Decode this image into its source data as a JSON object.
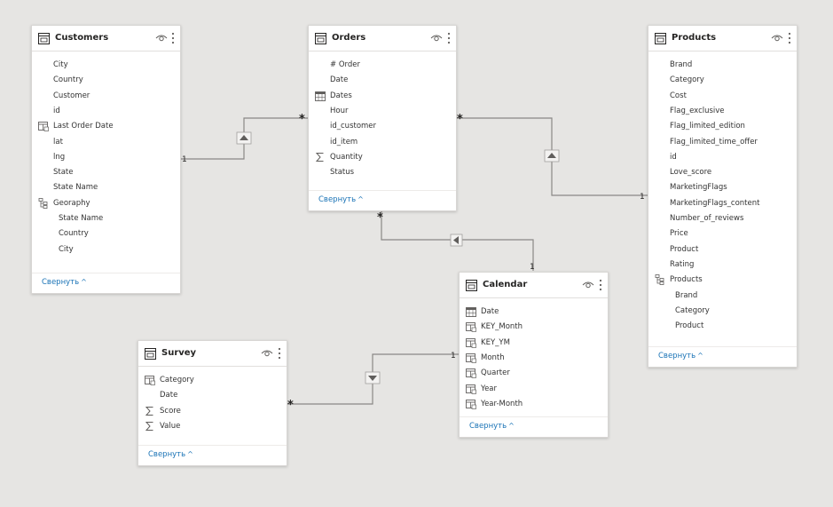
{
  "tables": {
    "customers": {
      "title": "Customers",
      "fields": [
        {
          "name": "City",
          "icon": "none"
        },
        {
          "name": "Country",
          "icon": "none"
        },
        {
          "name": "Customer",
          "icon": "none"
        },
        {
          "name": "id",
          "icon": "none"
        },
        {
          "name": "Last Order Date",
          "icon": "calc-column-icon"
        },
        {
          "name": "lat",
          "icon": "none"
        },
        {
          "name": "lng",
          "icon": "none"
        },
        {
          "name": "State",
          "icon": "none"
        },
        {
          "name": "State Name",
          "icon": "none"
        },
        {
          "name": "Georaphy",
          "icon": "hierarchy-icon"
        },
        {
          "name": "State Name",
          "icon": "none",
          "sub": true
        },
        {
          "name": "Country",
          "icon": "none",
          "sub": true
        },
        {
          "name": "City",
          "icon": "none",
          "sub": true
        }
      ],
      "collapse_label": "Свернуть"
    },
    "orders": {
      "title": "Orders",
      "fields": [
        {
          "name": "# Order",
          "icon": "none"
        },
        {
          "name": "Date",
          "icon": "none"
        },
        {
          "name": "Dates",
          "icon": "calendar-icon"
        },
        {
          "name": "Hour",
          "icon": "none"
        },
        {
          "name": "id_customer",
          "icon": "none"
        },
        {
          "name": "id_item",
          "icon": "none"
        },
        {
          "name": "Quantity",
          "icon": "sum-icon"
        },
        {
          "name": "Status",
          "icon": "none"
        }
      ],
      "collapse_label": "Свернуть"
    },
    "products": {
      "title": "Products",
      "fields": [
        {
          "name": "Brand",
          "icon": "none"
        },
        {
          "name": "Category",
          "icon": "none"
        },
        {
          "name": "Cost",
          "icon": "none"
        },
        {
          "name": "Flag_exclusive",
          "icon": "none"
        },
        {
          "name": "Flag_limited_edition",
          "icon": "none"
        },
        {
          "name": "Flag_limited_time_offer",
          "icon": "none"
        },
        {
          "name": "id",
          "icon": "none"
        },
        {
          "name": "Love_score",
          "icon": "none"
        },
        {
          "name": "MarketingFlags",
          "icon": "none"
        },
        {
          "name": "MarketingFlags_content",
          "icon": "none"
        },
        {
          "name": "Number_of_reviews",
          "icon": "none"
        },
        {
          "name": "Price",
          "icon": "none"
        },
        {
          "name": "Product",
          "icon": "none"
        },
        {
          "name": "Rating",
          "icon": "none"
        },
        {
          "name": "Products",
          "icon": "hierarchy-icon"
        },
        {
          "name": "Brand",
          "icon": "none",
          "sub": true
        },
        {
          "name": "Category",
          "icon": "none",
          "sub": true
        },
        {
          "name": "Product",
          "icon": "none",
          "sub": true
        }
      ],
      "collapse_label": "Свернуть"
    },
    "calendar": {
      "title": "Calendar",
      "fields": [
        {
          "name": "Date",
          "icon": "calendar-icon"
        },
        {
          "name": "KEY_Month",
          "icon": "calc-column-icon"
        },
        {
          "name": "KEY_YM",
          "icon": "calc-column-icon"
        },
        {
          "name": "Month",
          "icon": "calc-column-icon"
        },
        {
          "name": "Quarter",
          "icon": "calc-column-icon"
        },
        {
          "name": "Year",
          "icon": "calc-column-icon"
        },
        {
          "name": "Year-Month",
          "icon": "calc-column-icon"
        }
      ],
      "collapse_label": "Свернуть"
    },
    "survey": {
      "title": "Survey",
      "fields": [
        {
          "name": "Category",
          "icon": "calc-column-icon"
        },
        {
          "name": "Date",
          "icon": "none"
        },
        {
          "name": "Score",
          "icon": "sum-icon"
        },
        {
          "name": "Value",
          "icon": "sum-icon"
        }
      ],
      "collapse_label": "Свернуть"
    }
  },
  "relationships": [
    {
      "from": "customers",
      "to": "orders",
      "from_card": "1",
      "to_card": "*",
      "direction": "up-arrow-icon"
    },
    {
      "from": "products",
      "to": "orders",
      "from_card": "1",
      "to_card": "*",
      "direction": "up-arrow-icon"
    },
    {
      "from": "calendar",
      "to": "orders",
      "from_card": "1",
      "to_card": "*",
      "direction": "left-arrow-icon"
    },
    {
      "from": "calendar",
      "to": "survey",
      "from_card": "1",
      "to_card": "*",
      "direction": "down-arrow-icon"
    }
  ],
  "colors": {
    "canvas": "#e6e5e3",
    "card": "#ffffff",
    "link": "#1a73b6",
    "line": "#8a8886"
  }
}
